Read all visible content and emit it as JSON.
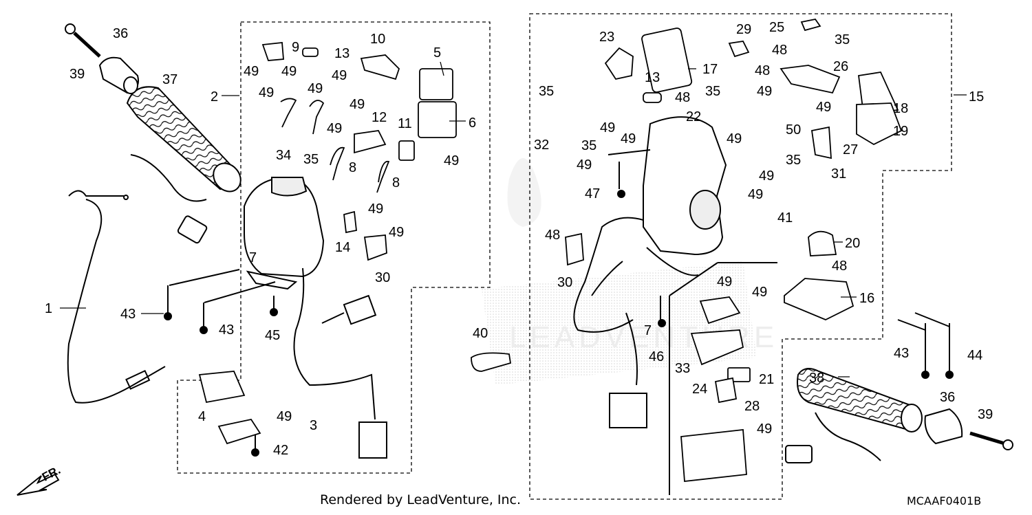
{
  "footer": {
    "credit": "Rendered by LeadVenture, Inc.",
    "diagram_code": "MCAAF0401B"
  },
  "direction_marker": {
    "text": "FR.",
    "icon": "front-direction-arrow-icon"
  },
  "watermark": {
    "text": "LEADVENTURE"
  },
  "callouts": [
    {
      "id": "c39a",
      "text": "39"
    },
    {
      "id": "c36a",
      "text": "36"
    },
    {
      "id": "c37",
      "text": "37"
    },
    {
      "id": "c1",
      "text": "1"
    },
    {
      "id": "c43a",
      "text": "43"
    },
    {
      "id": "c43b",
      "text": "43"
    },
    {
      "id": "c45",
      "text": "45"
    },
    {
      "id": "c4",
      "text": "4"
    },
    {
      "id": "c49s1",
      "text": "49"
    },
    {
      "id": "c3",
      "text": "3"
    },
    {
      "id": "c42",
      "text": "42"
    },
    {
      "id": "c2",
      "text": "2"
    },
    {
      "id": "c7a",
      "text": "7"
    },
    {
      "id": "c9",
      "text": "9"
    },
    {
      "id": "c13a",
      "text": "13"
    },
    {
      "id": "c10",
      "text": "10"
    },
    {
      "id": "c5",
      "text": "5"
    },
    {
      "id": "c49l1",
      "text": "49"
    },
    {
      "id": "c49l2",
      "text": "49"
    },
    {
      "id": "c49l3",
      "text": "49"
    },
    {
      "id": "c49l4",
      "text": "49"
    },
    {
      "id": "c49l5",
      "text": "49"
    },
    {
      "id": "c49l6",
      "text": "49"
    },
    {
      "id": "c6",
      "text": "6"
    },
    {
      "id": "c12",
      "text": "12"
    },
    {
      "id": "c49l7",
      "text": "49"
    },
    {
      "id": "c11",
      "text": "11"
    },
    {
      "id": "c49l8",
      "text": "49"
    },
    {
      "id": "c34",
      "text": "34"
    },
    {
      "id": "c35a",
      "text": "35"
    },
    {
      "id": "c8a",
      "text": "8"
    },
    {
      "id": "c8b",
      "text": "8"
    },
    {
      "id": "c49l9",
      "text": "49"
    },
    {
      "id": "c49l10",
      "text": "49"
    },
    {
      "id": "c14",
      "text": "14"
    },
    {
      "id": "c30a",
      "text": "30"
    },
    {
      "id": "c23",
      "text": "23"
    },
    {
      "id": "c17",
      "text": "17"
    },
    {
      "id": "c29",
      "text": "29"
    },
    {
      "id": "c25",
      "text": "25"
    },
    {
      "id": "c35b",
      "text": "35"
    },
    {
      "id": "c48a",
      "text": "48"
    },
    {
      "id": "c48b",
      "text": "48"
    },
    {
      "id": "c26",
      "text": "26"
    },
    {
      "id": "c15",
      "text": "15"
    },
    {
      "id": "c35c",
      "text": "35"
    },
    {
      "id": "c13b",
      "text": "13"
    },
    {
      "id": "c48c",
      "text": "48"
    },
    {
      "id": "c35d",
      "text": "35"
    },
    {
      "id": "c49r1",
      "text": "49"
    },
    {
      "id": "c49r2",
      "text": "49"
    },
    {
      "id": "c18",
      "text": "18"
    },
    {
      "id": "c19",
      "text": "19"
    },
    {
      "id": "c49r3",
      "text": "49"
    },
    {
      "id": "c35e",
      "text": "35"
    },
    {
      "id": "c22",
      "text": "22"
    },
    {
      "id": "c49r4",
      "text": "49"
    },
    {
      "id": "c49r5",
      "text": "49"
    },
    {
      "id": "c50",
      "text": "50"
    },
    {
      "id": "c32",
      "text": "32"
    },
    {
      "id": "c49r6",
      "text": "49"
    },
    {
      "id": "c49r7",
      "text": "49"
    },
    {
      "id": "c35f",
      "text": "35"
    },
    {
      "id": "c27",
      "text": "27"
    },
    {
      "id": "c31",
      "text": "31"
    },
    {
      "id": "c47",
      "text": "47"
    },
    {
      "id": "c49r8",
      "text": "49"
    },
    {
      "id": "c41",
      "text": "41"
    },
    {
      "id": "c48d",
      "text": "48"
    },
    {
      "id": "c20",
      "text": "20"
    },
    {
      "id": "c48e",
      "text": "48"
    },
    {
      "id": "c30b",
      "text": "30"
    },
    {
      "id": "c49r9",
      "text": "49"
    },
    {
      "id": "c49r10",
      "text": "49"
    },
    {
      "id": "c16",
      "text": "16"
    },
    {
      "id": "c7b",
      "text": "7"
    },
    {
      "id": "c40",
      "text": "40"
    },
    {
      "id": "c46",
      "text": "46"
    },
    {
      "id": "c33",
      "text": "33"
    },
    {
      "id": "c21",
      "text": "21"
    },
    {
      "id": "c24",
      "text": "24"
    },
    {
      "id": "c28",
      "text": "28"
    },
    {
      "id": "c49r11",
      "text": "49"
    },
    {
      "id": "c38",
      "text": "38"
    },
    {
      "id": "c43c",
      "text": "43"
    },
    {
      "id": "c44",
      "text": "44"
    },
    {
      "id": "c36b",
      "text": "36"
    },
    {
      "id": "c39b",
      "text": "39"
    }
  ]
}
